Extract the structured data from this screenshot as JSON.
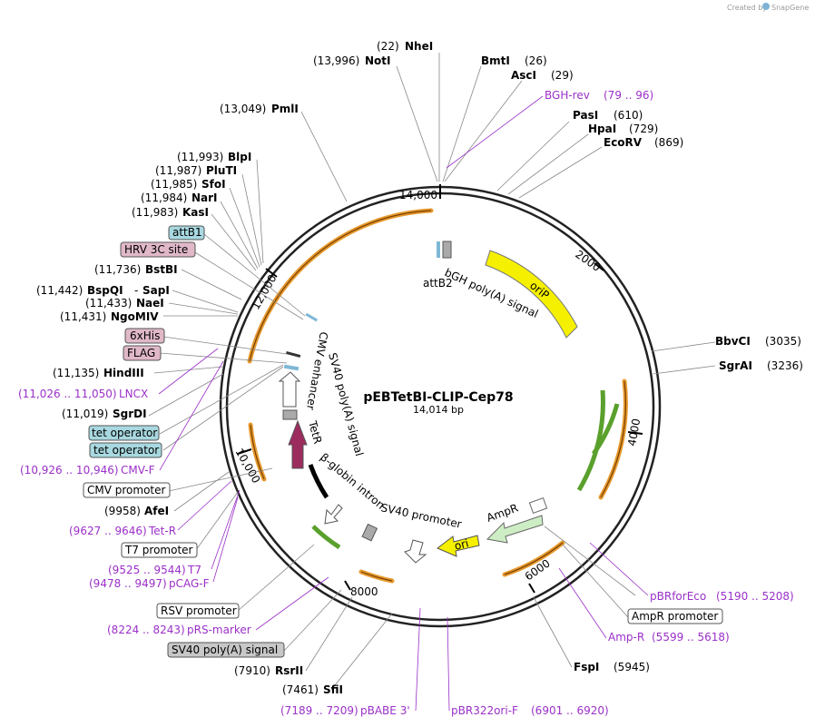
{
  "credit": {
    "text": "Created by",
    "brand": "SnapGene"
  },
  "plasmid": {
    "name": "pEBTetBI-CLIP-Cep78",
    "size": "14,014 bp"
  },
  "ruler": [
    "14,000",
    "2000",
    "4000",
    "6000",
    "8000",
    "10,000",
    "12,000"
  ],
  "sites_top": [
    {
      "pos": "(22)",
      "name": "NheI"
    },
    {
      "pos": "(13,996)",
      "name": "NotI"
    },
    {
      "name": "BmtI",
      "pos": "(26)"
    },
    {
      "name": "AscI",
      "pos": "(29)"
    },
    {
      "name": "PasI",
      "pos": "(610)"
    },
    {
      "name": "HpaI",
      "pos": "(729)"
    },
    {
      "name": "EcoRV",
      "pos": "(869)"
    },
    {
      "pos": "(13,049)",
      "name": "PmlI"
    }
  ],
  "primer_top": {
    "name": "BGH-rev",
    "pos": "(79 .. 96)"
  },
  "sites_left": [
    {
      "pos": "(11,993)",
      "name": "BlpI"
    },
    {
      "pos": "(11,987)",
      "name": "PluTI"
    },
    {
      "pos": "(11,985)",
      "name": "SfoI"
    },
    {
      "pos": "(11,984)",
      "name": "NarI"
    },
    {
      "pos": "(11,983)",
      "name": "KasI"
    },
    {
      "pos": "(11,736)",
      "name": "BstBI"
    },
    {
      "pos": "(11,442)",
      "name": "BspQI",
      "extra": "SapI"
    },
    {
      "pos": "(11,433)",
      "name": "NaeI"
    },
    {
      "pos": "(11,431)",
      "name": "NgoMIV"
    },
    {
      "pos": "(11,135)",
      "name": "HindIII"
    },
    {
      "pos": "(11,019)",
      "name": "SgrDI"
    },
    {
      "pos": "(9958)",
      "name": "AfeI"
    }
  ],
  "left_boxes": [
    "attB1",
    "HRV 3C site",
    "6xHis",
    "FLAG",
    "tet operator",
    "tet operator"
  ],
  "left_primers": [
    {
      "pos": "(11,026 .. 11,050)",
      "name": "LNCX"
    },
    {
      "pos": "(10,926 .. 10,946)",
      "name": "CMV-F"
    },
    {
      "pos": "(9627 .. 9646)",
      "name": "Tet-R"
    },
    {
      "pos": "(9525 .. 9544)",
      "name": "T7"
    },
    {
      "pos": "(9478 .. 9497)",
      "name": "pCAG-F"
    },
    {
      "pos": "(8224 .. 8243)",
      "name": "pRS-marker"
    }
  ],
  "promoter_boxes": [
    "CMV promoter",
    "T7 promoter",
    "RSV promoter",
    "SV40 poly(A) signal"
  ],
  "sites_right": [
    {
      "name": "BbvCI",
      "pos": "(3035)"
    },
    {
      "name": "SgrAI",
      "pos": "(3236)"
    },
    {
      "name": "FspI",
      "pos": "(5945)"
    }
  ],
  "right_primers": [
    {
      "name": "pBRforEco",
      "pos": "(5190 .. 5208)"
    },
    {
      "name": "Amp-R",
      "pos": "(5599 .. 5618)"
    }
  ],
  "ampr_promoter": "AmpR promoter",
  "sites_bottom": [
    {
      "pos": "(7910)",
      "name": "RsrII"
    },
    {
      "pos": "(7461)",
      "name": "SfiI"
    }
  ],
  "bottom_primers": [
    {
      "pos": "(7189 .. 7209)",
      "name": "pBABE 3'"
    },
    {
      "name": "pBR322ori-F",
      "pos": "(6901 .. 6920)"
    }
  ],
  "inner_features": {
    "attB2": "attB2",
    "bgh": "bGH poly(A) signal",
    "oriP": "oriP",
    "ampr": "AmpR",
    "ori": "ori",
    "sv40p": "SV40 promoter",
    "bglobin": "β-globin intron",
    "tetr": "TetR",
    "sv40pa": "SV40 poly(A) signal",
    "cmvenh": "CMV enhancer"
  },
  "colors": {
    "primer": "#9b30c8",
    "orf": "#e69a2e",
    "green": "#5aa02c",
    "tetr": "#9c2b5e",
    "oriP": "#f5f000",
    "feature_box": "#a8d8e0",
    "tag_box": "#e0b8c8",
    "gray_box": "#c8c8c8"
  }
}
